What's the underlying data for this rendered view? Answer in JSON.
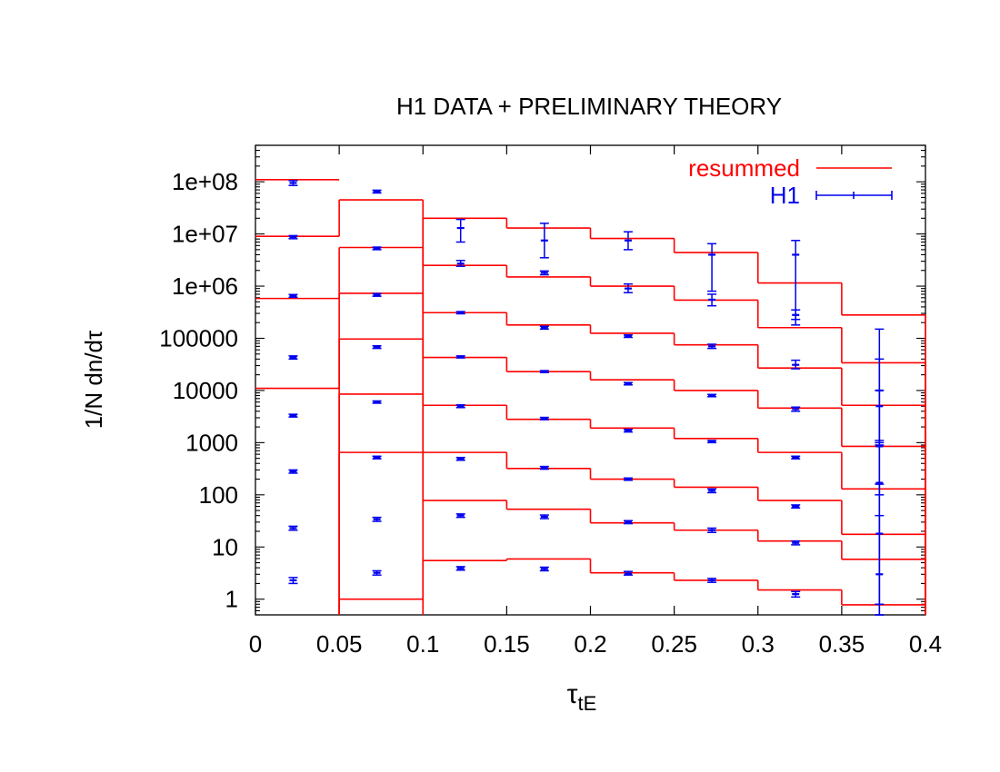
{
  "chart_data": {
    "type": "step",
    "title": "H1 DATA + PRELIMINARY THEORY",
    "xlabel_main": "τ",
    "xlabel_sub": "tE",
    "ylabel": "1/N dn/dτ",
    "xscale": "linear",
    "yscale": "log",
    "xlim": [
      0,
      0.4
    ],
    "ylim": [
      0.5,
      500000000
    ],
    "xticks": [
      0,
      0.05,
      0.1,
      0.15,
      0.2,
      0.25,
      0.3,
      0.35,
      0.4
    ],
    "xtick_labels": [
      "0",
      "0.05",
      "0.1",
      "0.15",
      "0.2",
      "0.25",
      "0.3",
      "0.35",
      "0.4"
    ],
    "yticks": [
      1,
      10,
      100,
      1000,
      10000,
      100000,
      1000000,
      10000000,
      100000000
    ],
    "ytick_labels": [
      "1",
      "10",
      "100",
      "1000",
      "10000",
      "100000",
      "1e+06",
      "1e+07",
      "1e+08"
    ],
    "legend_position": "top-right",
    "colors": {
      "resummed": "#ff0000",
      "H1": "#0000ee",
      "frame": "#000000"
    },
    "bin_edges": [
      0,
      0.05,
      0.1,
      0.15,
      0.2,
      0.25,
      0.3,
      0.35,
      0.4
    ],
    "point_x": [
      0.0225,
      0.0725,
      0.1225,
      0.1725,
      0.2225,
      0.2725,
      0.3225,
      0.3725
    ],
    "legend": {
      "resummed": "resummed",
      "H1": "H1"
    },
    "resummed": [
      {
        "values": [
          null,
          1.0,
          5.5,
          5.9,
          3.2,
          2.3,
          1.5,
          0.78
        ]
      },
      {
        "values": [
          null,
          650,
          78,
          53,
          29,
          21,
          13,
          5.8
        ]
      },
      {
        "values": [
          null,
          8500,
          650,
          320,
          200,
          140,
          78,
          17.5
        ]
      },
      {
        "values": [
          null,
          97000,
          5200,
          2800,
          1900,
          1200,
          650,
          130
        ]
      },
      {
        "values": [
          11000,
          730000,
          43000,
          23000,
          16000,
          10000,
          4600,
          850
        ]
      },
      {
        "values": [
          580000,
          5500000,
          310000,
          180000,
          125000,
          75000,
          27000,
          5200
        ]
      },
      {
        "values": [
          9000000,
          45000000,
          2500000,
          1500000,
          1000000,
          540000,
          160000,
          34000
        ]
      },
      {
        "values": [
          110000000,
          null,
          20000000,
          13000000,
          8200000,
          4400000,
          1150000,
          280000
        ]
      }
    ],
    "H1": [
      {
        "points": [
          [
            2.3,
            2.0,
            2.6
          ],
          [
            3.2,
            2.9,
            3.5
          ],
          [
            3.9,
            3.6,
            4.2
          ],
          [
            3.8,
            3.5,
            4.1
          ],
          [
            3.1,
            2.9,
            3.4
          ],
          [
            2.3,
            2.1,
            2.5
          ],
          [
            1.25,
            1.1,
            1.4
          ],
          [
            3,
            0.5,
            40
          ]
        ]
      },
      {
        "points": [
          [
            23,
            21,
            25
          ],
          [
            34,
            31,
            37
          ],
          [
            40,
            37,
            43
          ],
          [
            38,
            35,
            41
          ],
          [
            30,
            28,
            32
          ],
          [
            21,
            19,
            23
          ],
          [
            12,
            11,
            13
          ],
          [
            18,
            0.5,
            160
          ]
        ]
      },
      {
        "points": [
          [
            280,
            260,
            300
          ],
          [
            520,
            490,
            550
          ],
          [
            490,
            460,
            520
          ],
          [
            330,
            310,
            350
          ],
          [
            200,
            190,
            210
          ],
          [
            120,
            110,
            130
          ],
          [
            60,
            56,
            64
          ],
          [
            170,
            0.8,
            1100
          ]
        ]
      },
      {
        "points": [
          [
            3300,
            3100,
            3500
          ],
          [
            6000,
            5700,
            6300
          ],
          [
            5000,
            4700,
            5300
          ],
          [
            2900,
            2750,
            3050
          ],
          [
            1700,
            1600,
            1800
          ],
          [
            1050,
            1000,
            1100
          ],
          [
            520,
            490,
            550
          ],
          [
            850,
            100,
            10000
          ]
        ]
      },
      {
        "points": [
          [
            43000,
            40000,
            46000
          ],
          [
            68000,
            64000,
            72000
          ],
          [
            44000,
            42000,
            46000
          ],
          [
            23000,
            22000,
            24000
          ],
          [
            13500,
            12800,
            14200
          ],
          [
            8000,
            7600,
            8400
          ],
          [
            4400,
            4000,
            4800
          ],
          [
            5000,
            1000,
            40000
          ]
        ]
      },
      {
        "points": [
          [
            650000,
            610000,
            690000
          ],
          [
            680000,
            640000,
            720000
          ],
          [
            310000,
            295000,
            325000
          ],
          [
            160000,
            150000,
            170000
          ],
          [
            110000,
            104000,
            116000
          ],
          [
            70000,
            64000,
            77000
          ],
          [
            31000,
            26000,
            38000
          ],
          [
            10000,
            900,
            150000
          ]
        ]
      },
      {
        "points": [
          [
            8700000,
            8100000,
            9300000
          ],
          [
            5300000,
            5000000,
            5600000
          ],
          [
            2700000,
            2400000,
            3100000
          ],
          [
            1800000,
            1650000,
            1950000
          ],
          [
            900000,
            750000,
            1100000
          ],
          [
            550000,
            420000,
            700000
          ],
          [
            280000,
            230000,
            350000
          ],
          [
            null,
            null,
            null
          ]
        ]
      },
      {
        "points": [
          [
            95000000,
            85000000,
            105000000
          ],
          [
            65000000,
            61000000,
            69000000
          ],
          [
            13000000,
            7000000,
            19000000
          ],
          [
            7500000,
            3500000,
            16000000
          ],
          [
            7500000,
            5000000,
            11000000
          ],
          [
            4000000,
            800000,
            6500000
          ],
          [
            4000000,
            180000,
            7500000
          ],
          [
            null,
            null,
            null
          ]
        ]
      }
    ]
  }
}
